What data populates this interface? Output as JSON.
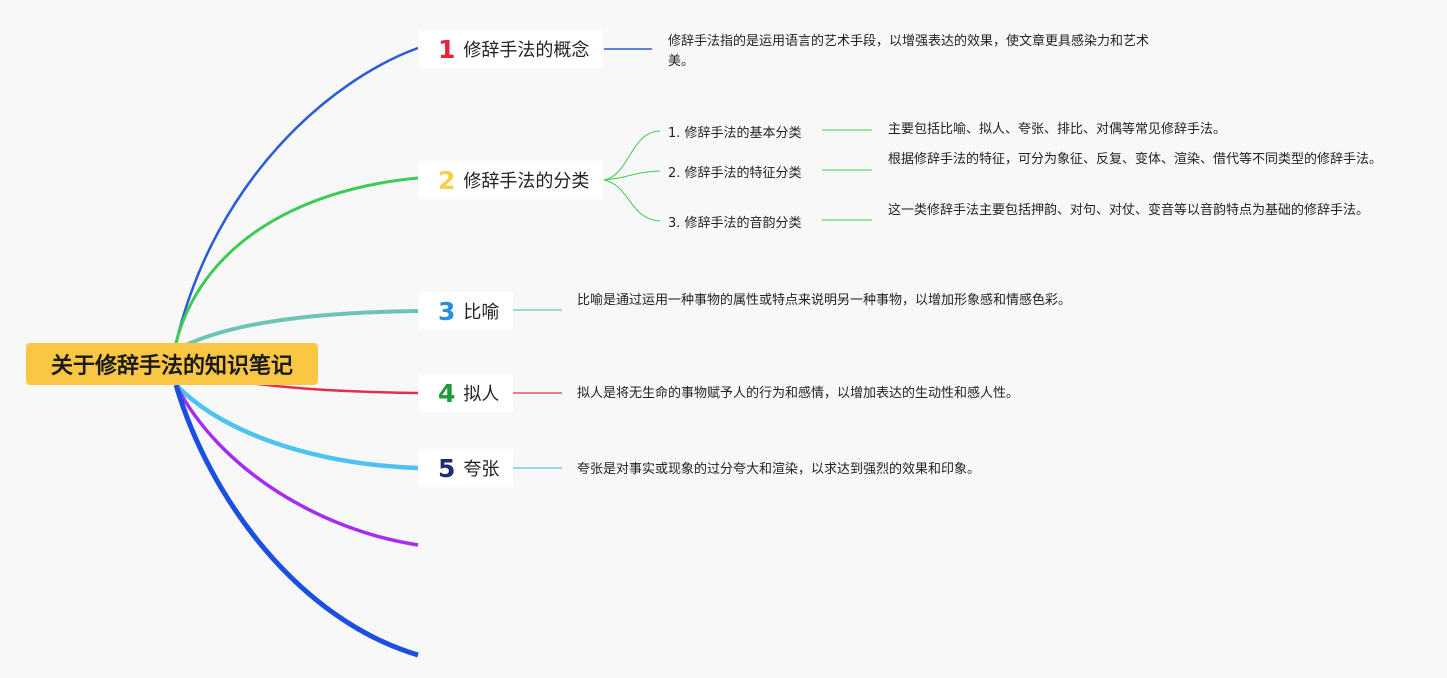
{
  "root": {
    "label": "关于修辞手法的知识笔记",
    "color": "#f9c744"
  },
  "branches": [
    {
      "num": "1",
      "label": "修辞手法的概念",
      "num_color": "#e8223a",
      "line_color": "#2a5bd7",
      "desc": "修辞手法指的是运用语言的艺术手段，以增强表达的效果，使文章更具感染力和艺术美。"
    },
    {
      "num": "2",
      "label": "修辞手法的分类",
      "num_color": "#f5d04a",
      "line_color": "#3ecb55",
      "children": [
        {
          "label": "1. 修辞手法的基本分类",
          "desc": "主要包括比喻、拟人、夸张、排比、对偶等常见修辞手法。"
        },
        {
          "label": "2. 修辞手法的特征分类",
          "desc": "根据修辞手法的特征，可分为象征、反复、变体、渲染、借代等不同类型的修辞手法。"
        },
        {
          "label": "3. 修辞手法的音韵分类",
          "desc": "这一类修辞手法主要包括押韵、对句、对仗、变音等以音韵特点为基础的修辞手法。"
        }
      ]
    },
    {
      "num": "3",
      "label": "比喻",
      "num_color": "#2a8fd8",
      "line_color": "#6cc4b4",
      "desc": "比喻是通过运用一种事物的属性或特点来说明另一种事物，以增加形象感和情感色彩。"
    },
    {
      "num": "4",
      "label": "拟人",
      "num_color": "#1f9a3a",
      "line_color": "#e0304c",
      "desc": "拟人是将无生命的事物赋予人的行为和感情，以增加表达的生动性和感人性。"
    },
    {
      "num": "5",
      "label": "夸张",
      "num_color": "#1d2f6e",
      "line_color": "#4cc3f0",
      "desc": "夸张是对事实或现象的过分夸大和渲染，以求达到强烈的效果和印象。"
    }
  ],
  "extra_branch_colors": [
    "#a52cf0",
    "#1c4fe0"
  ]
}
